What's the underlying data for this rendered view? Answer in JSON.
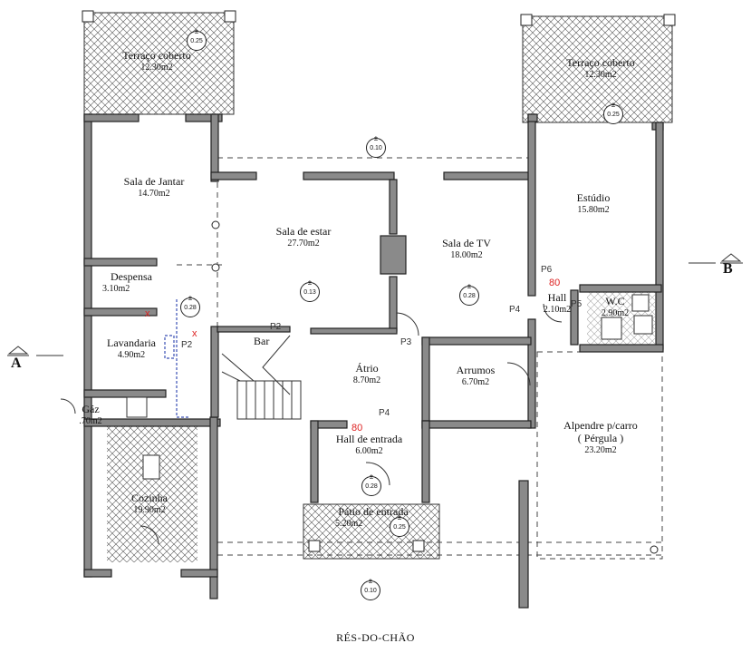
{
  "title": "RÉS-DO-CHÃO",
  "rooms": [
    {
      "name": "Terraço coberto",
      "area": "12.30m2"
    },
    {
      "name": "Terraço coberto",
      "area": "12.30m2"
    },
    {
      "name": "Sala de Jantar",
      "area": "14.70m2"
    },
    {
      "name": "Sala de estar",
      "area": "27.70m2"
    },
    {
      "name": "Sala de TV",
      "area": "18.00m2"
    },
    {
      "name": "Estúdio",
      "area": "15.80m2"
    },
    {
      "name": "Despensa",
      "area": "3.10m2"
    },
    {
      "name": "Lavandaria",
      "area": "4.90m2"
    },
    {
      "name": "Gáz",
      "area": ".70m2"
    },
    {
      "name": "Hall",
      "area": "2.10m2"
    },
    {
      "name": "W.C",
      "area": "2.90m2"
    },
    {
      "name": "Átrio",
      "area": "8.70m2"
    },
    {
      "name": "Arrumos",
      "area": "6.70m2"
    },
    {
      "name": "Hall de entrada",
      "area": "6.00m2"
    },
    {
      "name": "Cozinha",
      "area": "19.90m2"
    },
    {
      "name": "Alpendre p/carro",
      "area": "23.20m2",
      "extra": "( Pérgula )"
    },
    {
      "name": "Pátio de entrada",
      "area": "5.20m2"
    }
  ],
  "bar_label": "Bar",
  "levels": [
    "0.25",
    "0.25",
    "0.10",
    "0.13",
    "0.28",
    "0.28",
    "0.28",
    "0.25",
    "0.10"
  ],
  "level_sign": "±",
  "section_labels": [
    "A",
    "B"
  ],
  "door_marks": [
    "P3",
    "P4",
    "P5",
    "P6",
    "P2",
    "P2",
    "P4"
  ],
  "handwritten": [
    "80",
    "80",
    "x",
    "x"
  ]
}
